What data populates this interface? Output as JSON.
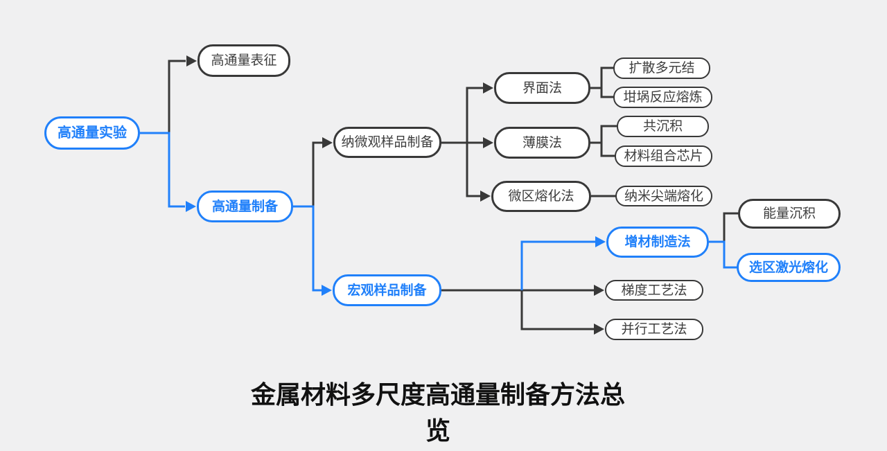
{
  "title": {
    "text": "金属材料多尺度高通量制备方法总览"
  },
  "colors": {
    "accent_blue": "#2080FA",
    "edge_dark": "#383838",
    "node_text": "#3E3E3E",
    "node_fill": "#FFFFFF",
    "background": "#F0F0F1",
    "title_color": "#111111"
  },
  "tree": {
    "label": "高通量实验",
    "emphasis": "blue",
    "children": [
      {
        "label": "高通量表征",
        "emphasis": "dark",
        "children": []
      },
      {
        "label": "高通量制备",
        "emphasis": "blue",
        "children": [
          {
            "label": "纳微观样品制备",
            "emphasis": "dark",
            "children": [
              {
                "label": "界面法",
                "emphasis": "dark",
                "children": [
                  {
                    "label": "扩散多元结",
                    "emphasis": "dark"
                  },
                  {
                    "label": "坩埚反应熔炼",
                    "emphasis": "dark"
                  }
                ]
              },
              {
                "label": "薄膜法",
                "emphasis": "dark",
                "children": [
                  {
                    "label": "共沉积",
                    "emphasis": "dark"
                  },
                  {
                    "label": "材料组合芯片",
                    "emphasis": "dark"
                  }
                ]
              },
              {
                "label": "微区熔化法",
                "emphasis": "dark",
                "children": [
                  {
                    "label": "纳米尖端熔化",
                    "emphasis": "dark"
                  }
                ]
              }
            ]
          },
          {
            "label": "宏观样品制备",
            "emphasis": "blue",
            "children": [
              {
                "label": "增材制造法",
                "emphasis": "blue",
                "children": [
                  {
                    "label": "能量沉积",
                    "emphasis": "dark"
                  },
                  {
                    "label": "选区激光熔化",
                    "emphasis": "blue"
                  }
                ]
              },
              {
                "label": "梯度工艺法",
                "emphasis": "dark"
              },
              {
                "label": "并行工艺法",
                "emphasis": "dark"
              }
            ]
          }
        ]
      }
    ]
  }
}
